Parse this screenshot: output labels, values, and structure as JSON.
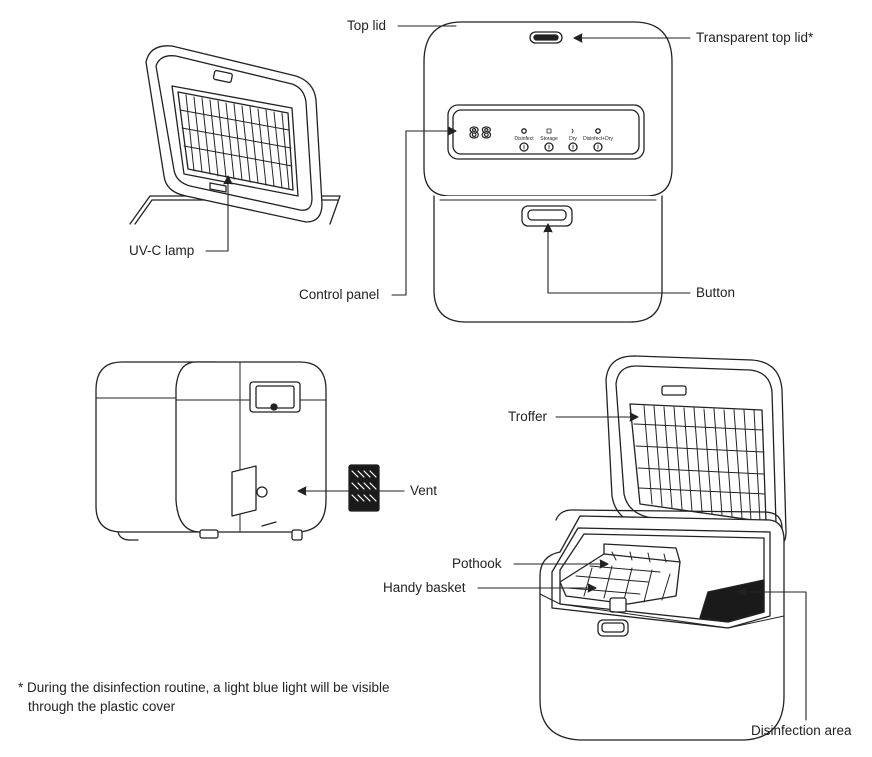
{
  "labels": {
    "top_lid": "Top lid",
    "transparent_top_lid": "Transparent top lid*",
    "uvc_lamp": "UV-C lamp",
    "control_panel": "Control panel",
    "button": "Button",
    "vent": "Vent",
    "troffer": "Troffer",
    "pothook": "Pothook",
    "handy_basket": "Handy basket",
    "disinfection_area": "Disinfection area"
  },
  "panel": {
    "display": "88",
    "modes": [
      "Disinfect",
      "Storage",
      "Dry",
      "Disinfect+Dry"
    ]
  },
  "footnote": {
    "line1": "* During the disinfection routine, a light blue light will be visible",
    "line2": "through the plastic cover"
  },
  "colors": {
    "line": "#222222",
    "fill": "#ffffff",
    "dark": "#1a1a1a"
  }
}
